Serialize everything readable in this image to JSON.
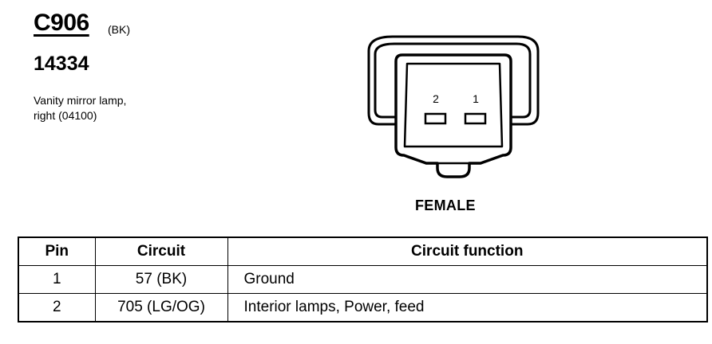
{
  "connector": {
    "id": "C906",
    "color": "(BK)",
    "part_number": "14334",
    "description_lines": [
      "Vanity mirror lamp,",
      "right (04100)"
    ],
    "gender": "FEMALE",
    "pin_labels": [
      "2",
      "1"
    ]
  },
  "table": {
    "headers": [
      "Pin",
      "Circuit",
      "Circuit function"
    ],
    "rows": [
      {
        "pin": "1",
        "circuit": "57 (BK)",
        "function": "Ground"
      },
      {
        "pin": "2",
        "circuit": "705 (LG/OG)",
        "function": "Interior lamps, Power, feed"
      }
    ]
  }
}
